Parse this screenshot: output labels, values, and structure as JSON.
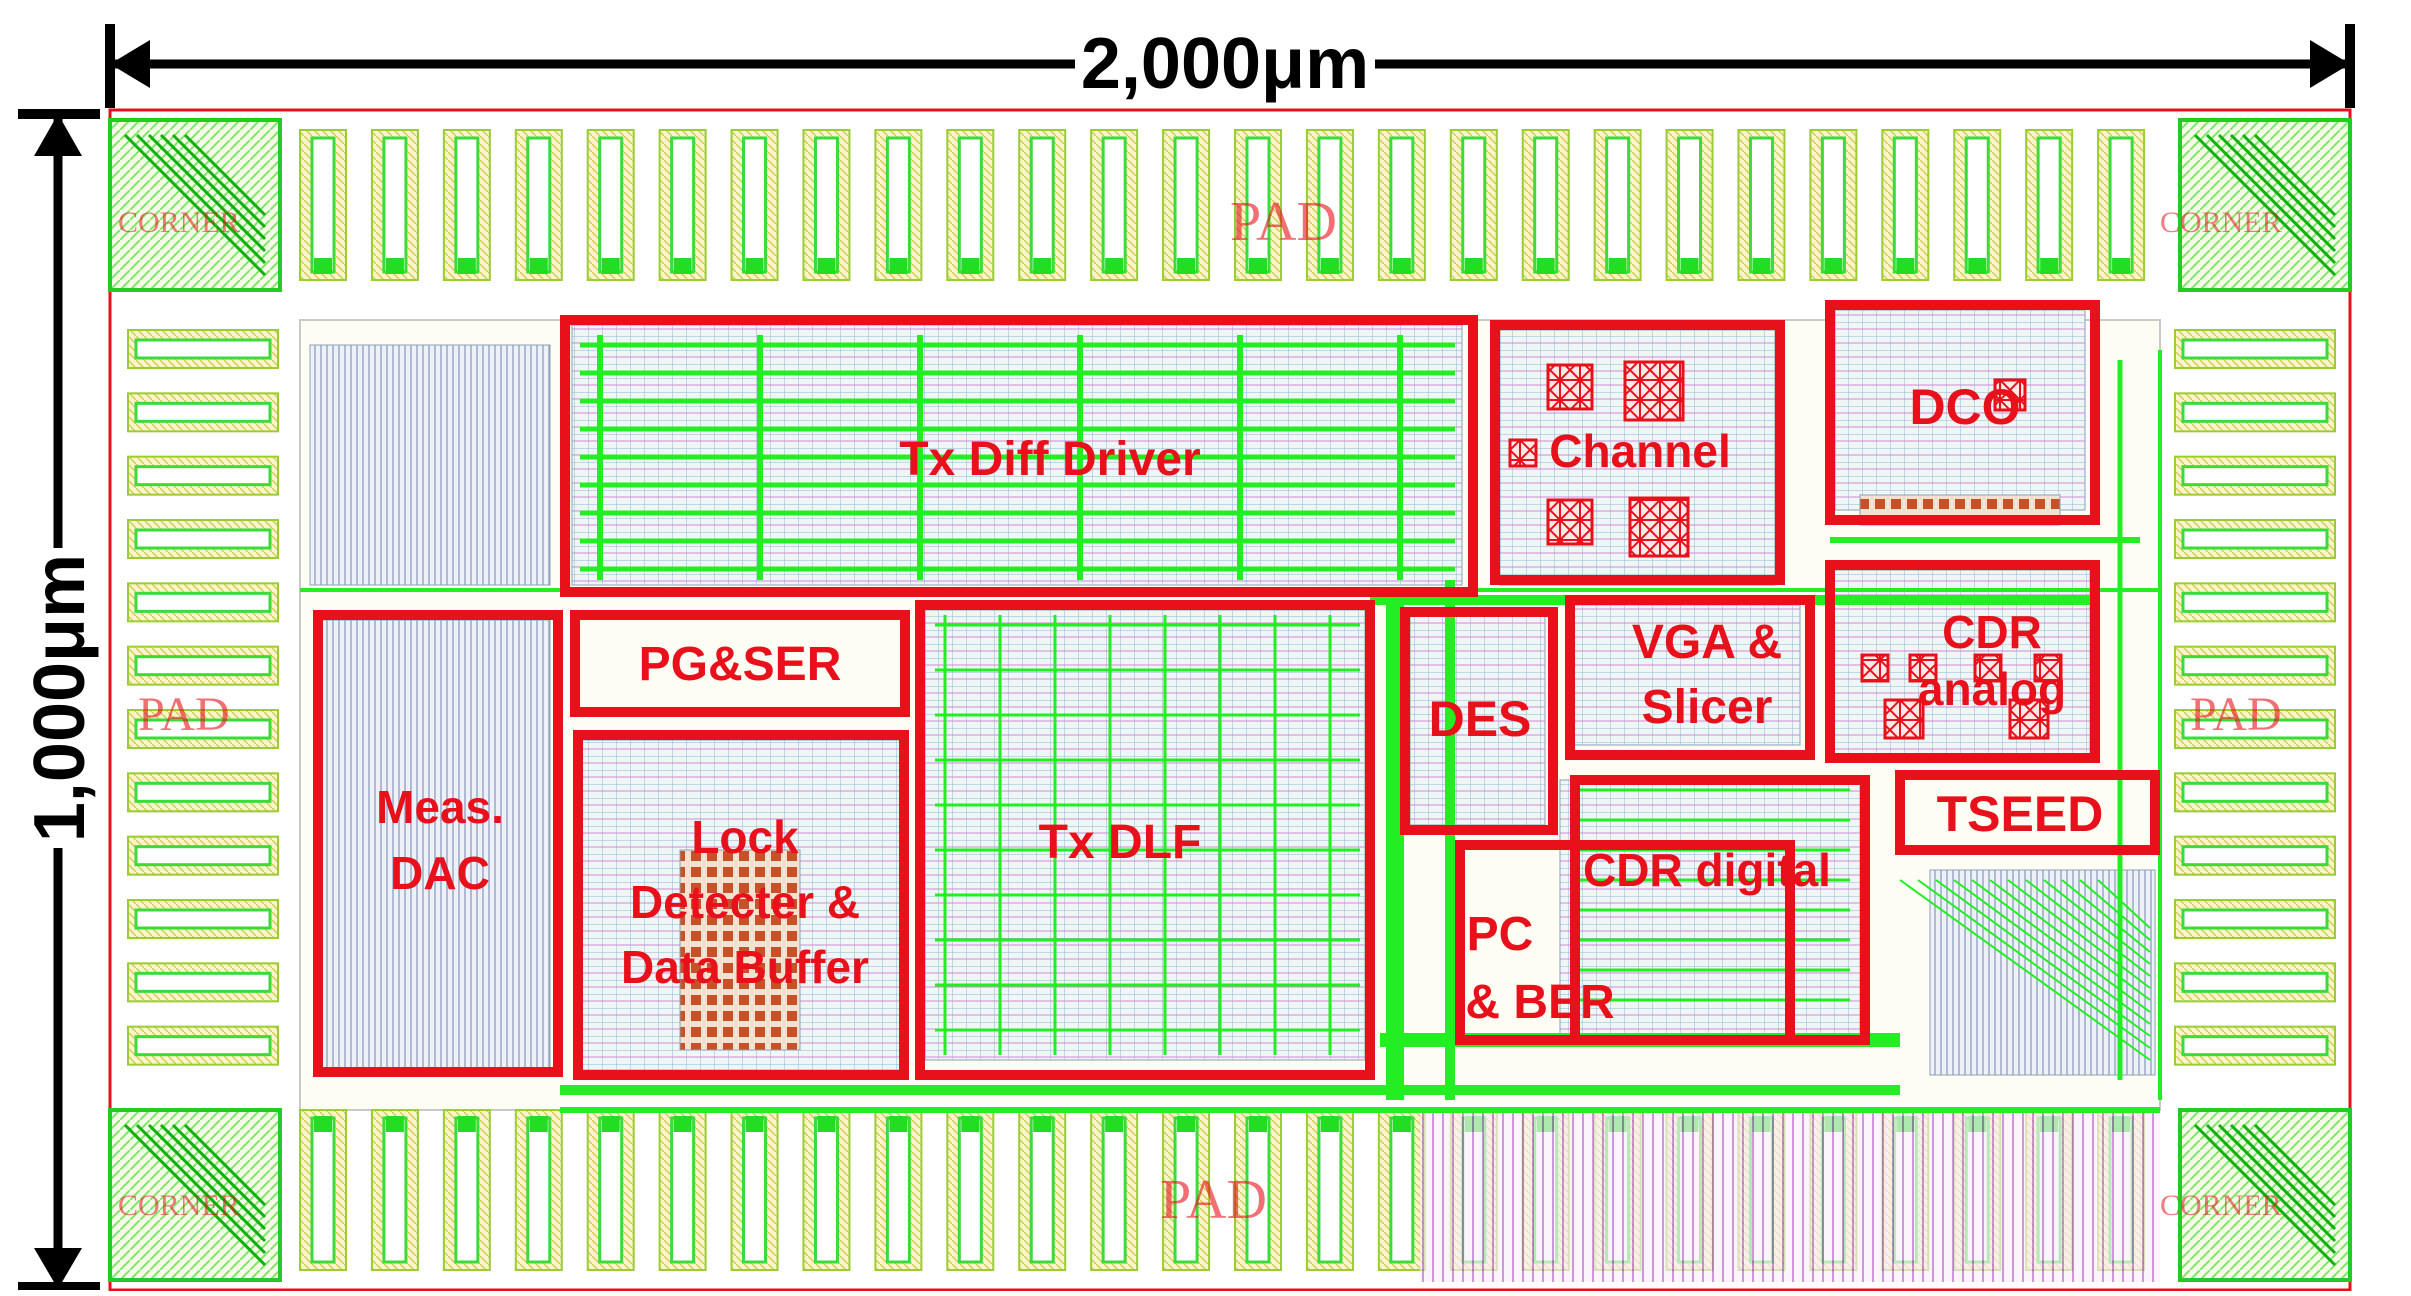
{
  "dimensions": {
    "width_label": "2,000μm",
    "height_label": "1,000μm"
  },
  "pads": {
    "corner_label": "CORNER",
    "pad_label": "PAD"
  },
  "blocks": [
    {
      "id": "tx-diff-driver",
      "lines": [
        "Tx Diff Driver"
      ]
    },
    {
      "id": "channel",
      "lines": [
        "Channel"
      ]
    },
    {
      "id": "dco",
      "lines": [
        "DCO"
      ]
    },
    {
      "id": "pg-ser",
      "lines": [
        "PG&SER"
      ]
    },
    {
      "id": "meas-dac",
      "lines": [
        "Meas.",
        "DAC"
      ]
    },
    {
      "id": "lock-detecter",
      "lines": [
        "Lock",
        "Detecter &",
        "Data Buffer"
      ]
    },
    {
      "id": "tx-dlf",
      "lines": [
        "Tx DLF"
      ]
    },
    {
      "id": "des",
      "lines": [
        "DES"
      ]
    },
    {
      "id": "vga-slicer",
      "lines": [
        "VGA &",
        "Slicer"
      ]
    },
    {
      "id": "cdr-analog",
      "lines": [
        "CDR",
        "analog"
      ]
    },
    {
      "id": "tseed",
      "lines": [
        "TSEED"
      ]
    },
    {
      "id": "cdr-digital",
      "lines": [
        "CDR digital"
      ]
    },
    {
      "id": "pc-ber",
      "lines": [
        "PC",
        "& BER"
      ]
    }
  ],
  "colors": {
    "block_outline": "#e8101a",
    "block_label": "#e8101a",
    "metal_green": "#22ee22",
    "pad_yellow": "#e8e070",
    "dimension_line": "#000000"
  }
}
